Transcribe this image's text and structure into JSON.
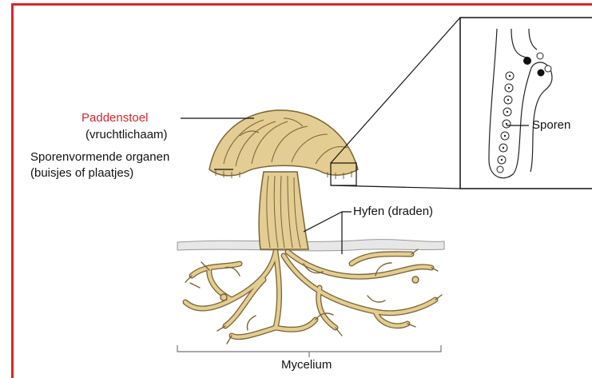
{
  "labels": {
    "paddenstoel": "Paddenstoel",
    "vruchtlichaam": "(vruchtlichaam)",
    "sporenvormende": "Sporenvormende organen",
    "buisjes": "(buisjes of plaatjes)",
    "hyfen": "Hyfen (draden)",
    "sporen": "Sporen",
    "mycelium": "Mycelium"
  },
  "colors": {
    "frame": "#d7262e",
    "hyphae_fill": "#e3cd93",
    "hyphae_stroke": "#7a6433",
    "label_highlight": "#d7262e"
  }
}
